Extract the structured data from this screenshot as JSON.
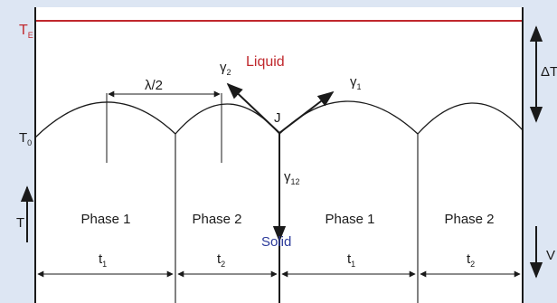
{
  "colors": {
    "background": "#dde6f3",
    "panel": "#ffffff",
    "eutectic_line": "#c0282d",
    "liquid_label": "#c0282d",
    "solid_label": "#2b3a9a",
    "ink": "#1a1a1a"
  },
  "temps": {
    "te_main": "T",
    "te_sub": "E",
    "t0_main": "T",
    "t0_sub": "0",
    "t_axis": "T",
    "delta_t": "ΔT"
  },
  "labels": {
    "liquid": "Liquid",
    "solid": "Solid",
    "junction": "J",
    "lambda_half": "λ/2",
    "velocity": "V"
  },
  "gammas": {
    "g2_main": "γ",
    "g2_sub": "2",
    "g1_main": "γ",
    "g1_sub": "1",
    "g12_main": "γ",
    "g12_sub": "12"
  },
  "phases": [
    {
      "label": "Phase 1",
      "t_main": "t",
      "t_sub": "1"
    },
    {
      "label": "Phase 2",
      "t_main": "t",
      "t_sub": "2"
    },
    {
      "label": "Phase 1",
      "t_main": "t",
      "t_sub": "1"
    },
    {
      "label": "Phase 2",
      "t_main": "t",
      "t_sub": "2"
    }
  ]
}
